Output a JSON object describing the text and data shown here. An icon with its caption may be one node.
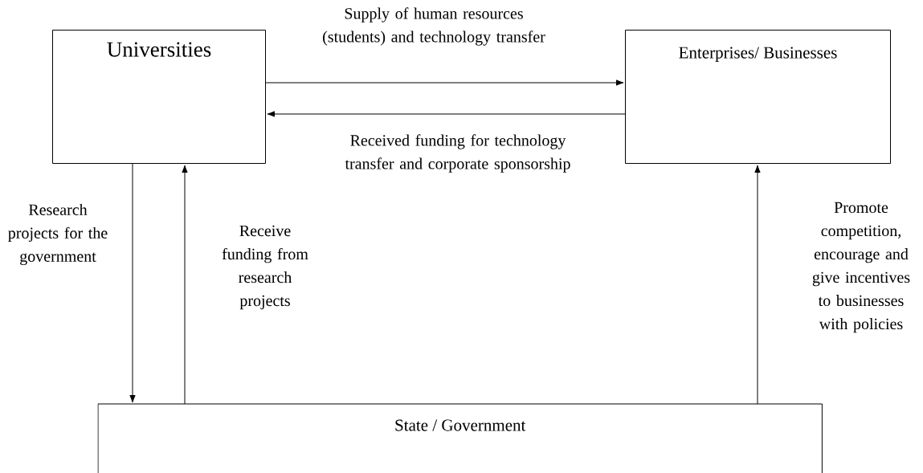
{
  "diagram": {
    "nodes": [
      {
        "text": [
          "Universities"
        ]
      },
      {
        "text": [
          "Enterprises/ Businesses"
        ]
      },
      {
        "text": [
          "State / Government"
        ]
      }
    ],
    "edges": [
      {
        "from": 0,
        "to": 1,
        "arrow": "to",
        "label": "Supply of human resources (students) and technology transfer"
      },
      {
        "from": 1,
        "to": 0,
        "arrow": "to",
        "label": "Received funding for technology transfer and corporate sponsorship"
      },
      {
        "from": 0,
        "to": 2,
        "arrow": "to",
        "label": "Research projects for the government"
      },
      {
        "from": 2,
        "to": 0,
        "arrow": "to",
        "label": "Receive funding from research projects"
      },
      {
        "from": 2,
        "to": 1,
        "arrow": "to",
        "label": "Promote competition, encourage and give incentives to businesses with policies"
      }
    ]
  }
}
